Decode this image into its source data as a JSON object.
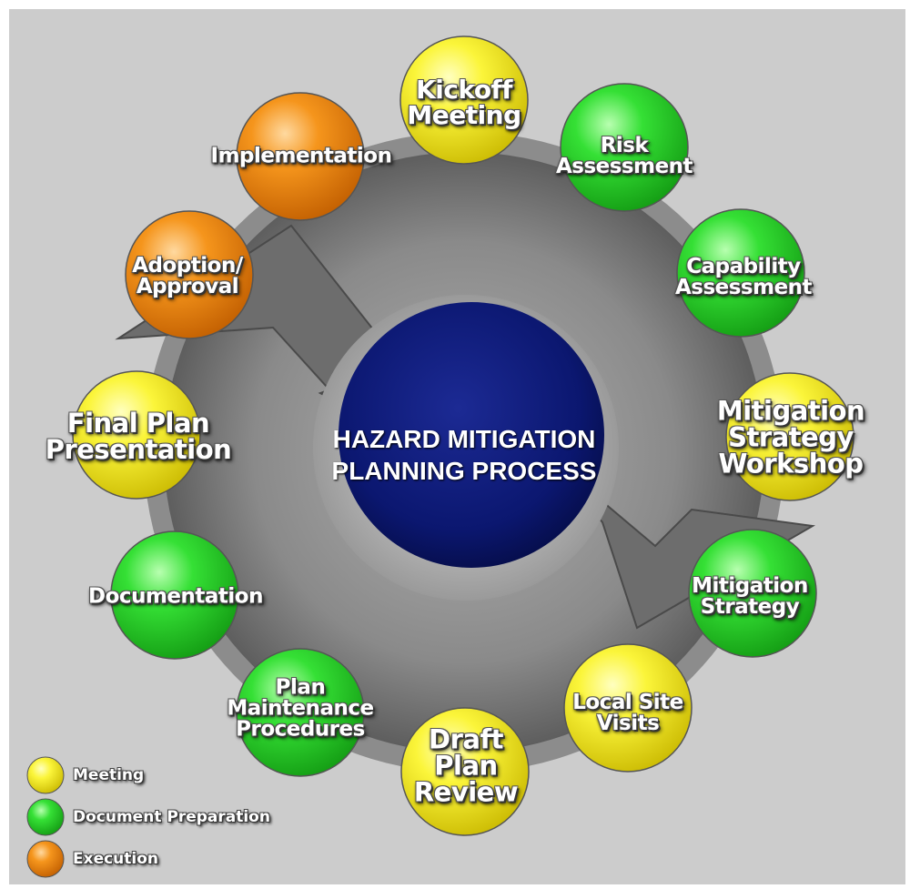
{
  "center_title": [
    "HAZARD MITIGATION",
    "PLANNING PROCESS"
  ],
  "colors": {
    "meeting": "#f5ee17",
    "document": "#2fd62f",
    "execution": "#f08a12",
    "background": "#cccccc",
    "ring": "#6f6f6f",
    "center": "#0c1a7a"
  },
  "steps": [
    {
      "id": "kickoff-meeting",
      "type": "meeting",
      "lines": [
        "Kickoff",
        "Meeting"
      ]
    },
    {
      "id": "risk-assessment",
      "type": "document",
      "lines": [
        "Risk",
        "Assessment"
      ]
    },
    {
      "id": "capability-assessment",
      "type": "document",
      "lines": [
        "Capability",
        "Assessment"
      ]
    },
    {
      "id": "mitigation-strategy-workshop",
      "type": "meeting",
      "lines": [
        "Mitigation",
        "Strategy",
        "Workshop"
      ]
    },
    {
      "id": "mitigation-strategy",
      "type": "document",
      "lines": [
        "Mitigation",
        "Strategy"
      ]
    },
    {
      "id": "local-site-visits",
      "type": "meeting",
      "lines": [
        "Local Site",
        "Visits"
      ]
    },
    {
      "id": "draft-plan-review",
      "type": "meeting",
      "lines": [
        "Draft",
        "Plan",
        "Review"
      ]
    },
    {
      "id": "plan-maintenance-procedures",
      "type": "document",
      "lines": [
        "Plan",
        "Maintenance",
        "Procedures"
      ]
    },
    {
      "id": "documentation",
      "type": "document",
      "lines": [
        "Documentation"
      ]
    },
    {
      "id": "final-plan-presentation",
      "type": "meeting",
      "lines": [
        "Final Plan",
        "Presentation"
      ]
    },
    {
      "id": "adoption-approval",
      "type": "execution",
      "lines": [
        "Adoption/",
        "Approval"
      ]
    },
    {
      "id": "implementation",
      "type": "execution",
      "lines": [
        "Implementation"
      ]
    }
  ],
  "legend": [
    {
      "type": "meeting",
      "label": "Meeting"
    },
    {
      "type": "document",
      "label": "Document Preparation"
    },
    {
      "type": "execution",
      "label": "Execution"
    }
  ]
}
